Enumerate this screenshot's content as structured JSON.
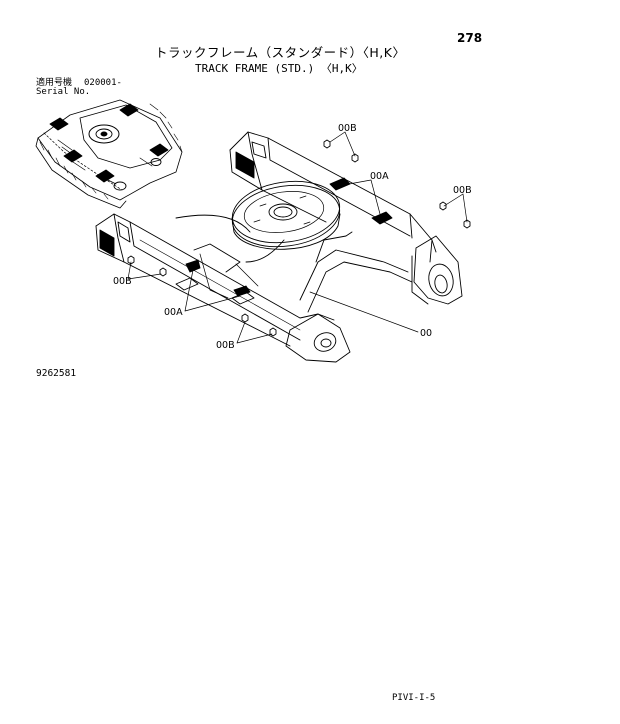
{
  "page": {
    "number": "278",
    "title_jp": "トラックフレーム（スタンダード）〈H,K〉",
    "title_en": "TRACK FRAME (STD.) 〈H,K〉",
    "serial_label_jp": "適用号機",
    "serial_value": "020001-",
    "serial_label_en": "Serial No.",
    "figure_number": "9262581",
    "footer_code": "PIVI-I-5"
  },
  "callouts": {
    "c1": "00B",
    "c2": "00A",
    "c3": "00B",
    "c4": "00B",
    "c5": "00A",
    "c6": "00B",
    "c7": "00"
  }
}
